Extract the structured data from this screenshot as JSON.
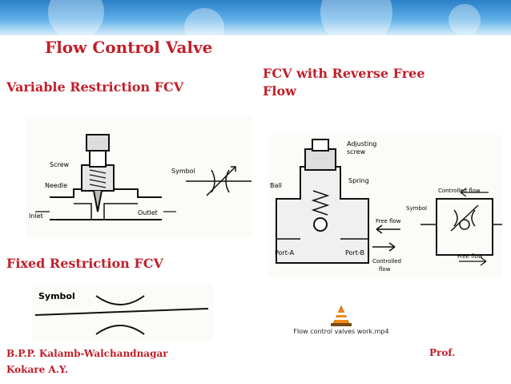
{
  "slide": {
    "title": "Flow Control Valve",
    "heading_variable": "Variable Restriction FCV",
    "heading_reverse_line1": "FCV with Reverse Free",
    "heading_reverse_line2": "Flow",
    "heading_fixed": "Fixed Restriction FCV"
  },
  "diagram_variable": {
    "label_screw": "Screw",
    "label_needle": "Needle",
    "label_inlet": "Inlet",
    "label_outlet": "Outlet",
    "label_symbol": "Symbol"
  },
  "diagram_reverse": {
    "label_adjusting": "Adjusting",
    "label_screw": "screw",
    "label_spring": "Spring",
    "label_ball": "Ball",
    "label_controlled_flow": "Controlled flow",
    "label_symbol": "Symbol",
    "label_free_flow_left": "Free flow",
    "label_free_flow_right": "Free flow",
    "label_port_a": "Port-A",
    "label_port_b": "Port-B",
    "label_controlled_2": "Controlled",
    "label_flow_2": "flow"
  },
  "diagram_fixed": {
    "label_symbol": "Symbol"
  },
  "media": {
    "filename": "Flow control valves work.mp4",
    "icon": "vlc-cone-icon"
  },
  "footer": {
    "left_line1": "B.P.P. Kalamb-Walchandnagar",
    "left_line2": "Kokare A.Y.",
    "right": "Prof."
  },
  "colors": {
    "accent": "#c0202a",
    "band_top": "#2a7fc7",
    "band_bottom": "#d8eefb"
  }
}
